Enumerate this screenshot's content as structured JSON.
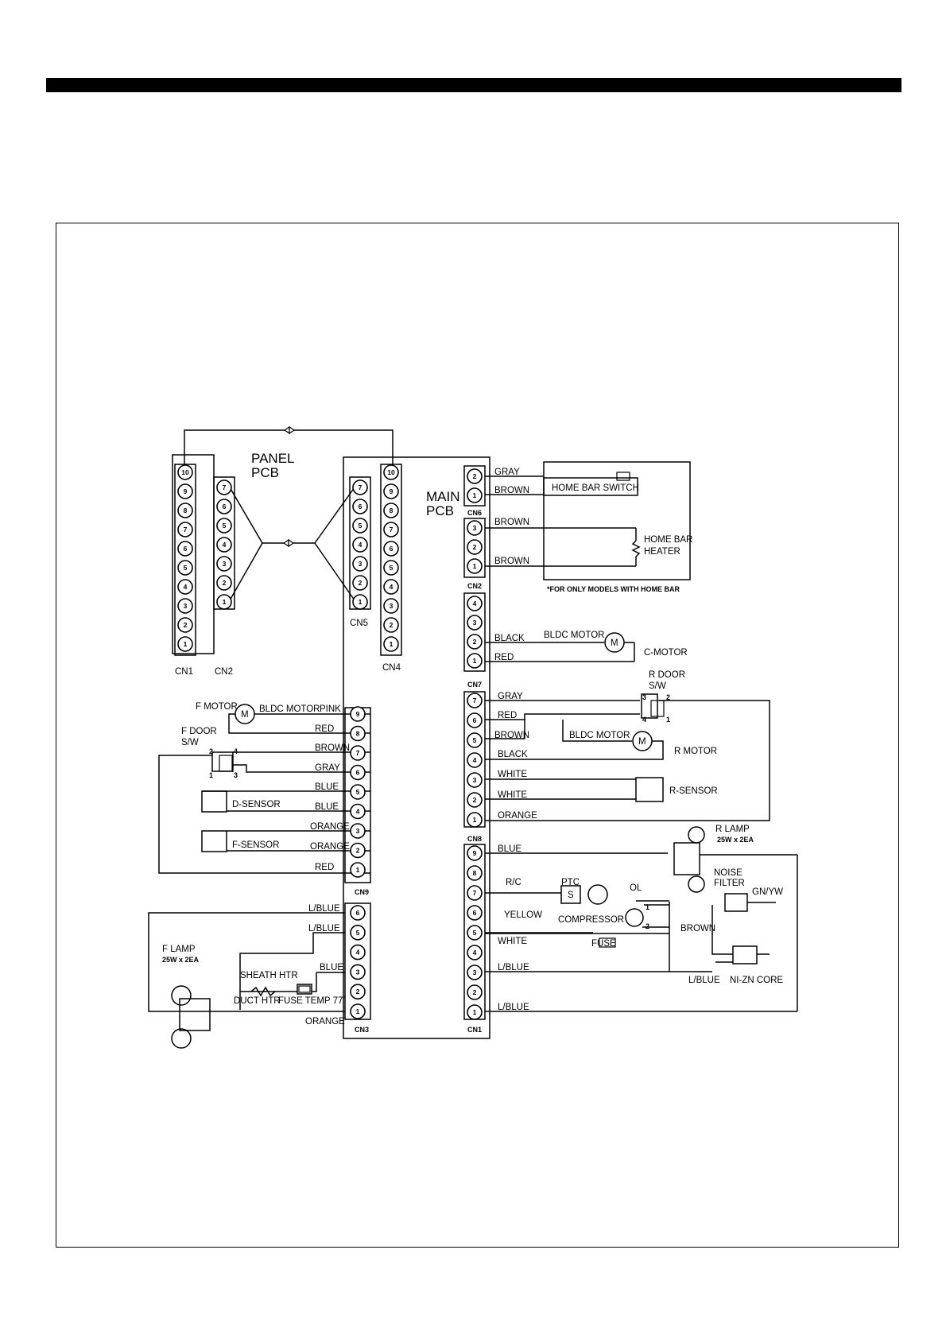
{
  "panel_pcb": {
    "line1": "PANEL",
    "line2": "PCB"
  },
  "main_pcb": {
    "line1": "MAIN",
    "line2": "PCB"
  },
  "connectors": {
    "cn1_left": "CN1",
    "cn2_left": "CN2",
    "cn5": "CN5",
    "cn4": "CN4",
    "cn6": "CN6",
    "cn2_right": "CN2",
    "cn7": "CN7",
    "cn8": "CN8",
    "cn9": "CN9",
    "cn3": "CN3",
    "cn1_right": "CN1"
  },
  "pins": {
    "panel_cn1": [
      "10",
      "9",
      "8",
      "7",
      "6",
      "5",
      "4",
      "3",
      "2",
      "1"
    ],
    "panel_cn2": [
      "7",
      "6",
      "5",
      "4",
      "3",
      "2",
      "1"
    ],
    "main_cn5": [
      "7",
      "6",
      "5",
      "4",
      "3",
      "2",
      "1"
    ],
    "main_cn4": [
      "10",
      "9",
      "8",
      "7",
      "6",
      "5",
      "4",
      "3",
      "2",
      "1"
    ],
    "cn6": [
      "2",
      "1"
    ],
    "cn2_right": [
      "3",
      "2",
      "1"
    ],
    "cn7": [
      "4",
      "3",
      "2",
      "1"
    ],
    "cn8": [
      "7",
      "6",
      "5",
      "4",
      "3",
      "2",
      "1"
    ],
    "cn9": [
      "9",
      "8",
      "7",
      "6",
      "5",
      "4",
      "3",
      "2",
      "1"
    ],
    "cn3": [
      "6",
      "5",
      "4",
      "3",
      "2",
      "1"
    ],
    "cn1_right": [
      "9",
      "8",
      "7",
      "6",
      "5",
      "4",
      "3",
      "2",
      "1"
    ]
  },
  "wires": {
    "cn6_2": "GRAY",
    "cn6_1": "BROWN",
    "cn2_3": "BROWN",
    "cn2_1": "BROWN",
    "cn7_2": "BLACK",
    "cn7_1": "RED",
    "cn8_7": "GRAY",
    "cn8_6": "RED",
    "cn8_5": "BROWN",
    "cn8_4": "BLACK",
    "cn8_3": "WHITE",
    "cn8_2": "WHITE",
    "cn8_1": "ORANGE",
    "cn9_9": "PINK",
    "cn9_8": "RED",
    "cn9_7": "BROWN",
    "cn9_6": "GRAY",
    "cn9_5": "BLUE",
    "cn9_4": "BLUE",
    "cn9_3": "ORANGE",
    "cn9_2": "ORANGE",
    "cn9_1": "RED",
    "cn3_6": "L/BLUE",
    "cn3_5": "L/BLUE",
    "cn3_3": "BLUE",
    "cn3_1": "ORANGE",
    "cn1_9": "BLUE",
    "cn1_5": "WHITE",
    "cn1_3": "L/BLUE",
    "cn1_1": "L/BLUE",
    "yellow": "YELLOW",
    "brown_ol": "BROWN",
    "lblue_core": "L/BLUE",
    "gnyw": "GN/YW"
  },
  "components": {
    "home_bar_switch": "HOME BAR SWITCH",
    "home_bar_heater_1": "HOME BAR",
    "home_bar_heater_2": "HEATER",
    "home_bar_note": "*FOR ONLY MODELS WITH HOME BAR",
    "bldc_motor": "BLDC MOTOR",
    "c_motor": "C-MOTOR",
    "r_door_1": "R DOOR",
    "r_door_2": "S/W",
    "r_motor": "R MOTOR",
    "r_sensor": "R-SENSOR",
    "r_lamp_1": "R LAMP",
    "r_lamp_2": "25W x 2EA",
    "noise_filter_1": "NOISE",
    "noise_filter_2": "FILTER",
    "rc": "R/C",
    "ptc": "PTC",
    "ol": "OL",
    "compressor": "COMPRESSOR",
    "fuse": "FUSE",
    "ni_zn_core": "NI-ZN CORE",
    "f_motor": "F MOTOR",
    "f_door_1": "F DOOR",
    "f_door_2": "S/W",
    "d_sensor": "D-SENSOR",
    "f_sensor": "F-SENSOR",
    "f_lamp_1": "F LAMP",
    "f_lamp_2": "25W x 2EA",
    "sheath_htr": "SHEATH HTR",
    "duct_htr": "DUCT HTR",
    "fuse_temp": "FUSE TEMP 77˚",
    "motor_symbol": "M",
    "ptc_symbol": "S",
    "sw_pins": [
      "2",
      "4",
      "1",
      "3"
    ],
    "rsw_pins": [
      "3",
      "2",
      "4",
      "1"
    ],
    "ol_pins": [
      "1",
      "2"
    ]
  }
}
